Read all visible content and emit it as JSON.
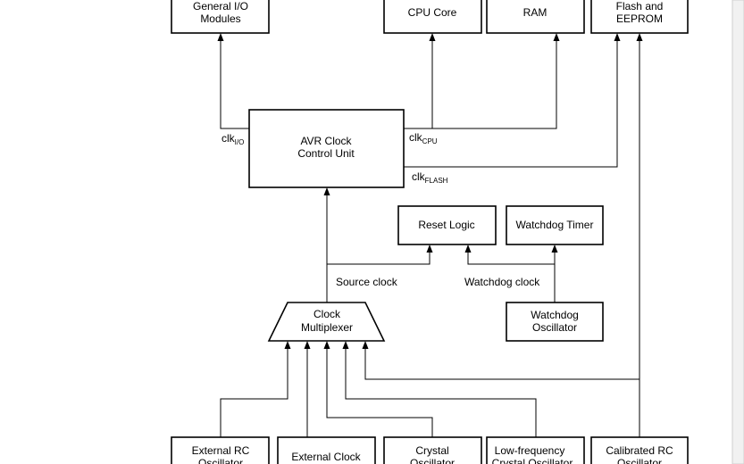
{
  "blocks": {
    "general_io": [
      "General I/O",
      "Modules"
    ],
    "cpu_core": [
      "CPU Core"
    ],
    "ram": [
      "RAM"
    ],
    "flash": [
      "Flash and",
      "EEPROM"
    ],
    "avr_clock": [
      "AVR Clock",
      "Control Unit"
    ],
    "reset_logic": [
      "Reset  Logic"
    ],
    "watchdog_timer": [
      "Watchdog  Timer"
    ],
    "clock_mux": [
      "Clock",
      "Multiplexer"
    ],
    "watchdog_osc": [
      "Watchdog",
      "Oscillator"
    ],
    "ext_rc": [
      "External RC",
      "Oscillator"
    ],
    "ext_clock": [
      "External Clock"
    ],
    "crystal": [
      "Crystal",
      "Oscillator"
    ],
    "lowfreq": [
      "Low-frequency",
      "Crystal Oscillator"
    ],
    "cal_rc": [
      "Calibrated RC",
      "Oscillator"
    ]
  },
  "signals": {
    "clk_io": {
      "base": "clk",
      "sub": "I/O"
    },
    "clk_cpu": {
      "base": "clk",
      "sub": "CPU"
    },
    "clk_flash": {
      "base": "clk",
      "sub": "FLASH"
    },
    "source_clock": "Source clock",
    "watchdog_clock": "Watchdog clock"
  }
}
